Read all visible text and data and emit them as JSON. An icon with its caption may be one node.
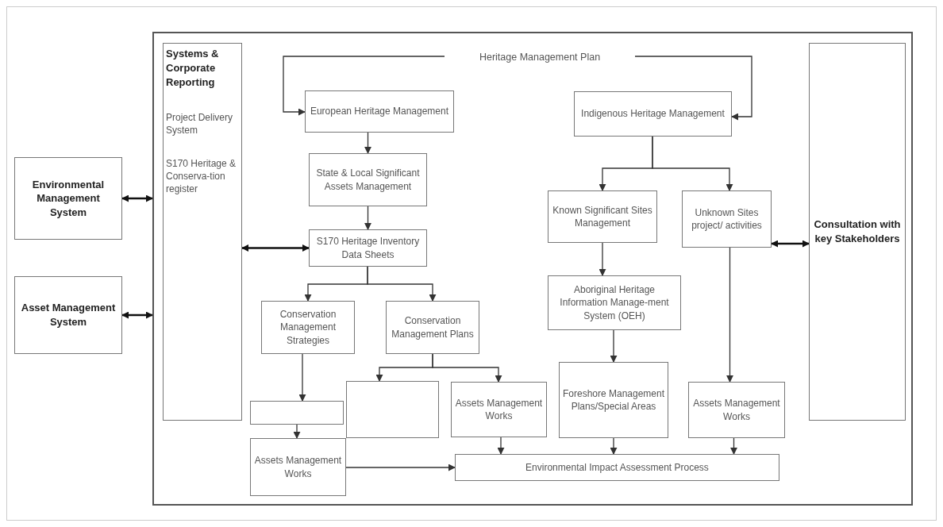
{
  "diagram": {
    "nodes": [
      {
        "text": [],
        "shape": "box"
      },
      {
        "text": [
          "Environmental Management System"
        ]
      },
      {
        "text": [
          "Asset Management System"
        ]
      },
      {
        "text": [
          "Systems & Corporate Reporting",
          "Project Delivery System",
          "S170 Heritage & Conserva-tion register"
        ],
        "in": 0
      },
      {
        "text": [
          "Heritage Management Plan"
        ],
        "in": 0
      },
      {
        "text": [
          "European Heritage Management"
        ],
        "in": 0
      },
      {
        "text": [
          "Indigenous Heritage Management"
        ],
        "in": 0
      },
      {
        "text": [
          "State & Local Significant Assets Management"
        ],
        "in": 0
      },
      {
        "text": [
          "S170 Heritage Inventory Data Sheets"
        ],
        "in": 0
      },
      {
        "text": [
          "Known Significant Sites Management"
        ],
        "in": 0
      },
      {
        "text": [
          "Unknown Sites project/ activities"
        ],
        "in": 0
      },
      {
        "text": [
          "Conservation Management Strategies"
        ],
        "in": 0
      },
      {
        "text": [
          "Conservation Management Plans"
        ],
        "in": 0
      },
      {
        "text": [
          "Aboriginal Heritage Information Manage-ment System (OEH)"
        ],
        "in": 0
      },
      {
        "text": [],
        "shape": "box",
        "in": 0
      },
      {
        "text": [],
        "shape": "box",
        "in": 0
      },
      {
        "text": [
          "Assets Management Works"
        ],
        "in": 0
      },
      {
        "text": [
          "Foreshore Management Plans/Special Areas"
        ],
        "in": 0
      },
      {
        "text": [
          "Assets Management Works"
        ],
        "in": 0
      },
      {
        "text": [
          "Assets Management Works"
        ],
        "in": 0
      },
      {
        "text": [
          "Environmental Impact Assessment Process"
        ],
        "in": 0
      },
      {
        "text": [
          "Consultation with key Stakeholders"
        ],
        "in": 0
      }
    ],
    "edges": [
      {
        "from": 1,
        "to": 0,
        "arrow": "both"
      },
      {
        "from": 2,
        "to": 0,
        "arrow": "both"
      },
      {
        "from": 3,
        "to": 8,
        "arrow": "both"
      },
      {
        "from": 10,
        "to": 21,
        "arrow": "both"
      },
      {
        "from": 4,
        "to": 5,
        "arrow": "to"
      },
      {
        "from": 4,
        "to": 6,
        "arrow": "to"
      },
      {
        "from": 5,
        "to": 7,
        "arrow": "to"
      },
      {
        "from": 7,
        "to": 8,
        "arrow": "to"
      },
      {
        "from": 8,
        "to": 11,
        "arrow": "to"
      },
      {
        "from": 8,
        "to": 12,
        "arrow": "to"
      },
      {
        "from": 6,
        "to": 9,
        "arrow": "to"
      },
      {
        "from": 6,
        "to": 10,
        "arrow": "to"
      },
      {
        "from": 11,
        "to": 14,
        "arrow": "to"
      },
      {
        "from": 12,
        "to": 15,
        "arrow": "to"
      },
      {
        "from": 12,
        "to": 16,
        "arrow": "to"
      },
      {
        "from": 9,
        "to": 13,
        "arrow": "to"
      },
      {
        "from": 13,
        "to": 17,
        "arrow": "to"
      },
      {
        "from": 10,
        "to": 18,
        "arrow": "to"
      },
      {
        "from": 14,
        "to": 19,
        "arrow": "to"
      },
      {
        "from": 19,
        "to": 20,
        "arrow": "to"
      },
      {
        "from": 16,
        "to": 20,
        "arrow": "to"
      },
      {
        "from": 17,
        "to": 20,
        "arrow": "to"
      },
      {
        "from": 18,
        "to": 20,
        "arrow": "to"
      }
    ]
  }
}
